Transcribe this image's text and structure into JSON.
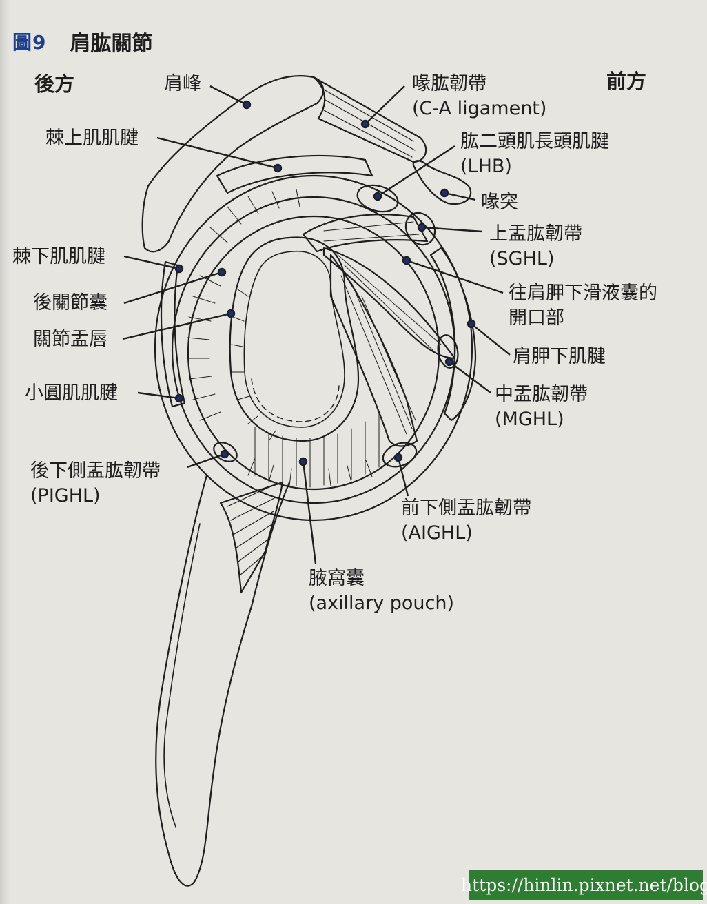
{
  "figure": {
    "number": "圖9",
    "title": "肩肱關節"
  },
  "orientation": {
    "posterior": "後方",
    "anterior": "前方"
  },
  "labels": {
    "acromion": "肩峰",
    "ca_ligament": "喙肱韌帶",
    "ca_ligament_en": "(C-A ligament)",
    "supraspinatus": "棘上肌肌腱",
    "lhb": "肱二頭肌長頭肌腱",
    "lhb_en": "(LHB)",
    "coracoid": "喙突",
    "sghl": "上盂肱韌帶",
    "sghl_en": "(SGHL)",
    "infraspinatus": "棘下肌肌腱",
    "posterior_capsule": "後關節囊",
    "bursa_opening_1": "往肩胛下滑液囊的",
    "bursa_opening_2": "開口部",
    "labrum": "關節盂唇",
    "subscapularis": "肩胛下肌腱",
    "teres_minor": "小圓肌肌腱",
    "mghl": "中盂肱韌帶",
    "mghl_en": "(MGHL)",
    "pighl": "後下側盂肱韌帶",
    "pighl_en": "(PIGHL)",
    "aighl": "前下側盂肱韌帶",
    "aighl_en": "(AIGHL)",
    "axillary_pouch": "腋窩囊",
    "axillary_pouch_en": "(axillary pouch)"
  },
  "watermark": "https://hinlin.pixnet.net/blog",
  "colors": {
    "background": "#e6e5e0",
    "ink": "#1e1e1e",
    "figure_number": "#1f3f8c",
    "watermark_bg": "#2f7d32"
  }
}
